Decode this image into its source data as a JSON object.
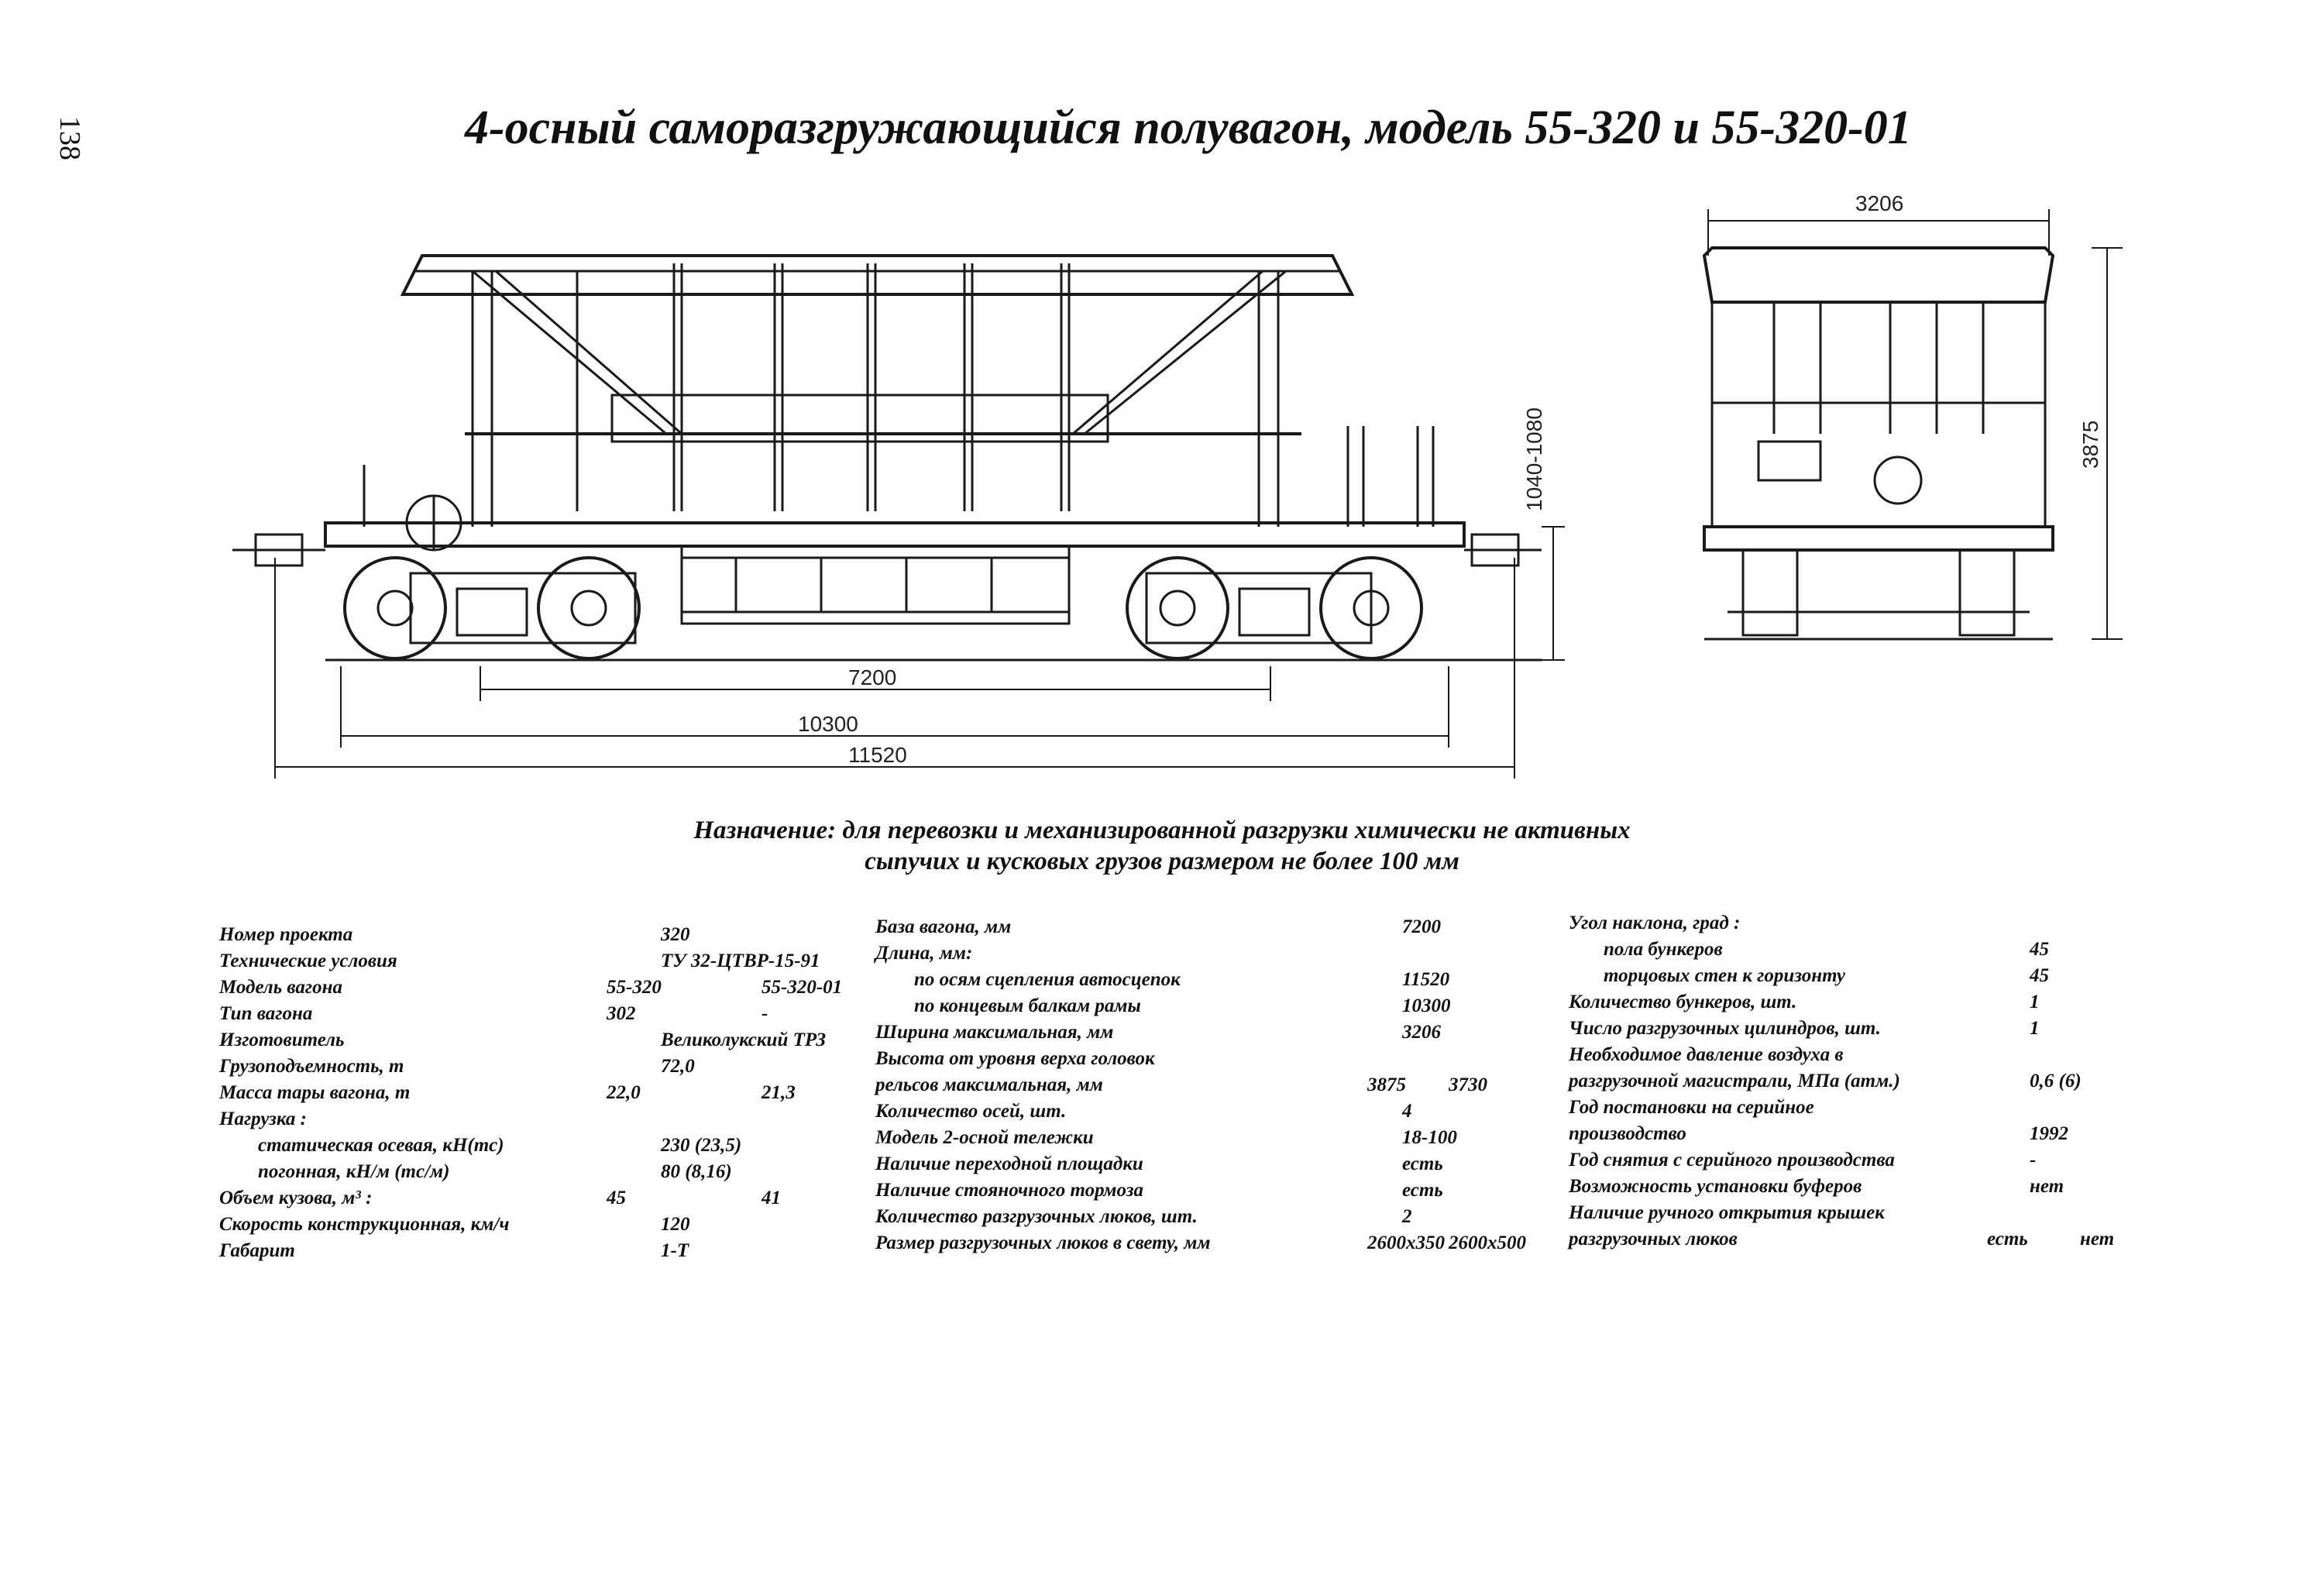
{
  "page_number": "138",
  "title": "4-осный саморазгружающийся полувагон, модель 55-320 и 55-320-01",
  "dimensions": {
    "base": "7200",
    "frame_length": "10300",
    "coupler_length": "11520",
    "height_side": "1040-1080",
    "width_end": "3206",
    "height_end": "3875"
  },
  "purpose": {
    "line1": "Назначение: для перевозки и механизированной разгрузки химически не активных",
    "line2": "сыпучих и кусковых грузов размером не более 100 мм"
  },
  "specs_left": [
    {
      "label": "Номер проекта",
      "v1": "320",
      "v2": ""
    },
    {
      "label": "Технические условия",
      "v1": "ТУ 32-ЦТВР-15-91",
      "v2": ""
    },
    {
      "label": "Модель вагона",
      "v1": "55-320",
      "v2": "55-320-01"
    },
    {
      "label": "Тип вагона",
      "v1": "302",
      "v2": "-"
    },
    {
      "label": "Изготовитель",
      "v1": "Великолукский ТРЗ",
      "v2": ""
    },
    {
      "label": "Грузоподъемность, т",
      "v1": "72,0",
      "v2": ""
    },
    {
      "label": "Масса тары вагона, т",
      "v1": "22,0",
      "v2": "21,3"
    },
    {
      "label": "Нагрузка :",
      "v1": "",
      "v2": ""
    },
    {
      "label": "статическая осевая, кН(тс)",
      "v1": "230 (23,5)",
      "v2": ""
    },
    {
      "label": "погонная, кН/м (тс/м)",
      "v1": "80 (8,16)",
      "v2": ""
    },
    {
      "label": "Объем кузова, м³ :",
      "v1": "45",
      "v2": "41"
    },
    {
      "label": "Скорость конструкционная, км/ч",
      "v1": "120",
      "v2": ""
    },
    {
      "label": "Габарит",
      "v1": "1-Т",
      "v2": ""
    }
  ],
  "specs_middle": [
    {
      "label": "База вагона, мм",
      "v1": "7200",
      "v2": ""
    },
    {
      "label": "Длина, мм:",
      "v1": "",
      "v2": ""
    },
    {
      "label": "по осям сцепления автосцепок",
      "v1": "11520",
      "v2": ""
    },
    {
      "label": "по концевым балкам рамы",
      "v1": "10300",
      "v2": ""
    },
    {
      "label": "Ширина максимальная, мм",
      "v1": "3206",
      "v2": ""
    },
    {
      "label": "Высота от уровня верха головок",
      "v1": "",
      "v2": ""
    },
    {
      "label": "рельсов максимальная, мм",
      "v1": "3875",
      "v2": "3730"
    },
    {
      "label": "Количество осей, шт.",
      "v1": "4",
      "v2": ""
    },
    {
      "label": "Модель 2-осной тележки",
      "v1": "18-100",
      "v2": ""
    },
    {
      "label": "Наличие переходной площадки",
      "v1": "есть",
      "v2": ""
    },
    {
      "label": "Наличие стояночного тормоза",
      "v1": "есть",
      "v2": ""
    },
    {
      "label": "Количество разгрузочных люков, шт.",
      "v1": "2",
      "v2": ""
    },
    {
      "label": "Размер разгрузочных люков в свету, мм",
      "v1": "2600x350",
      "v2": "2600x500"
    }
  ],
  "specs_right": [
    {
      "label": "Угол наклона, град :",
      "v1": "",
      "v2": ""
    },
    {
      "label": "пола бункеров",
      "v1": "45",
      "v2": ""
    },
    {
      "label": "торцовых стен к горизонту",
      "v1": "45",
      "v2": ""
    },
    {
      "label": "Количество бункеров, шт.",
      "v1": "1",
      "v2": ""
    },
    {
      "label": "Число разгрузочных цилиндров, шт.",
      "v1": "1",
      "v2": ""
    },
    {
      "label": "Необходимое давление воздуха в",
      "v1": "",
      "v2": ""
    },
    {
      "label": "разгрузочной магистрали, МПа (атм.)",
      "v1": "0,6 (6)",
      "v2": ""
    },
    {
      "label": "Год постановки на серийное",
      "v1": "",
      "v2": ""
    },
    {
      "label": "производство",
      "v1": "1992",
      "v2": ""
    },
    {
      "label": "Год снятия с серийного производства",
      "v1": "-",
      "v2": ""
    },
    {
      "label": "Возможность установки буферов",
      "v1": "нет",
      "v2": ""
    },
    {
      "label": "Наличие ручного открытия крышек",
      "v1": "",
      "v2": ""
    },
    {
      "label": "разгрузочных люков",
      "v1": "есть",
      "v2": "нет"
    }
  ]
}
